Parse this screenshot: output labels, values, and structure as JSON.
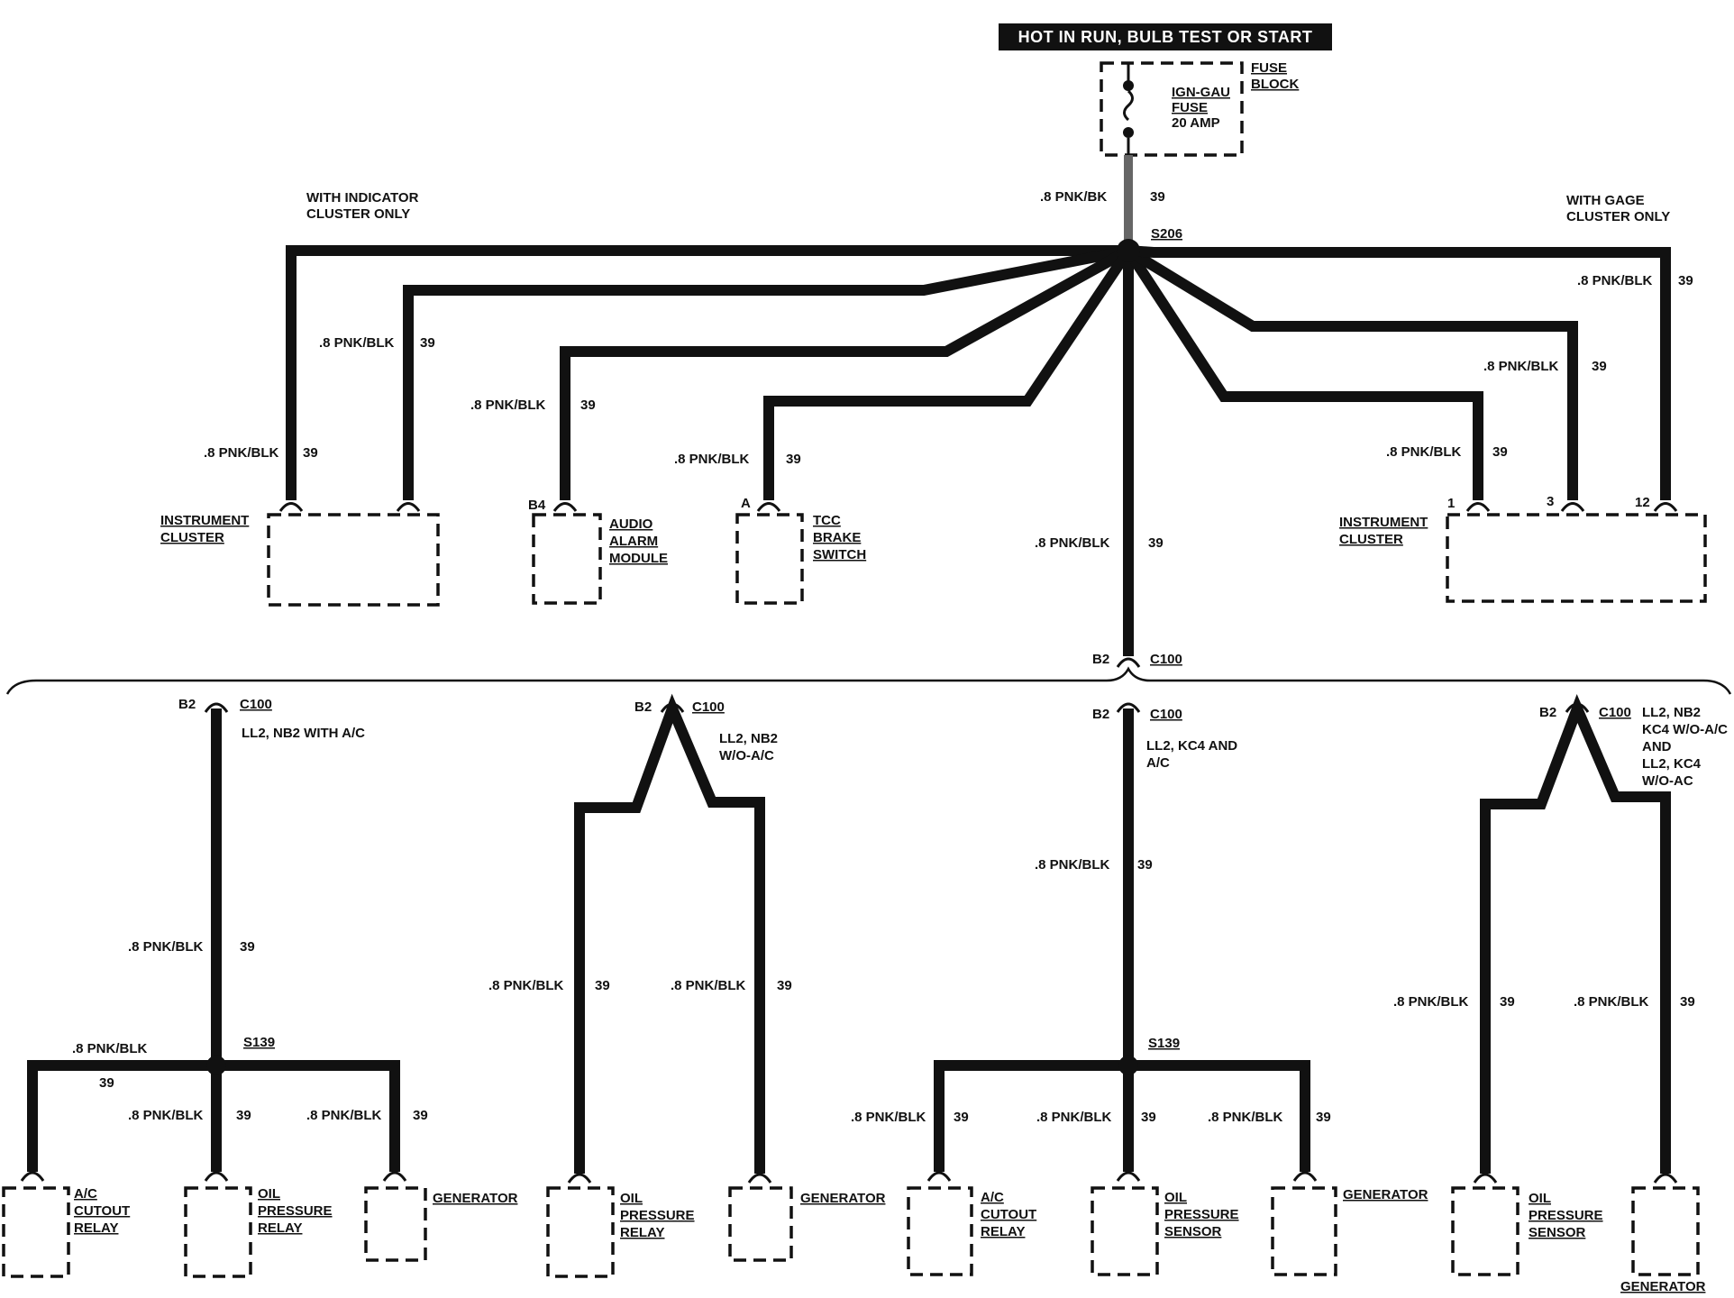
{
  "header": {
    "banner": "HOT IN RUN, BULB TEST OR START"
  },
  "fuse": {
    "block_label_1": "FUSE",
    "block_label_2": "BLOCK",
    "name_1": "IGN-GAU",
    "name_2": "FUSE",
    "rating": "20 AMP"
  },
  "wire": {
    "gauge_color": ".8 PNK/BLK",
    "gauge_color_feed": ".8 PNK/BK",
    "circuit": "39"
  },
  "splices": {
    "top": "S206",
    "bottom_left": "S139",
    "bottom_right": "S139"
  },
  "connector": {
    "name": "C100",
    "pin": "B2"
  },
  "notes": {
    "with_indicator_1": "WITH INDICATOR",
    "with_indicator_2": "CLUSTER ONLY",
    "with_gage_1": "WITH GAGE",
    "with_gage_2": "CLUSTER ONLY",
    "v1": "LL2, NB2 WITH A/C",
    "v2_1": "LL2, NB2",
    "v2_2": "W/O-A/C",
    "v3_1": "LL2, KC4 AND",
    "v3_2": "A/C",
    "v4_1": "LL2, NB2",
    "v4_2": "KC4 W/O-A/C",
    "v4_3": "AND",
    "v4_4": "LL2, KC4",
    "v4_5": "W/O-AC"
  },
  "pins": {
    "b4": "B4",
    "a": "A",
    "p1": "1",
    "p3": "3",
    "p12": "12"
  },
  "components": {
    "instrument": [
      "INSTRUMENT",
      "CLUSTER"
    ],
    "audio": [
      "AUDIO",
      "ALARM",
      "MODULE"
    ],
    "tcc": [
      "TCC",
      "BRAKE",
      "SWITCH"
    ],
    "ac_relay": [
      "A/C",
      "CUTOUT",
      "RELAY"
    ],
    "oil_relay": [
      "OIL",
      "PRESSURE",
      "RELAY"
    ],
    "oil_sensor": [
      "OIL",
      "PRESSURE",
      "SENSOR"
    ],
    "generator": "GENERATOR"
  }
}
